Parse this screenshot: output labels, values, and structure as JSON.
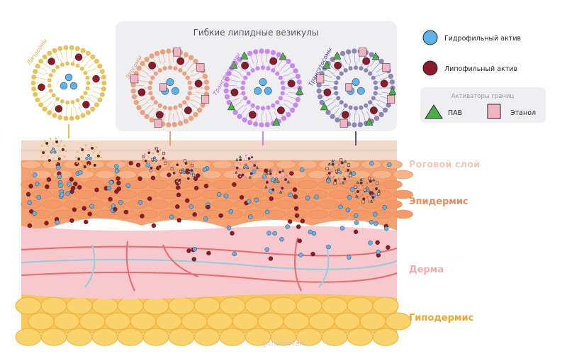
{
  "panel": {
    "title": "Гибкие липидные везикулы"
  },
  "vesicles": [
    {
      "id": "liposome",
      "label": "Липосомы",
      "color": "#e6c25a"
    },
    {
      "id": "ethosome",
      "label": "Этосомы",
      "color": "#e9a17f"
    },
    {
      "id": "transfersome",
      "label": "Трансферосомы",
      "color": "#c48af0"
    },
    {
      "id": "transethosome",
      "label": "Трансэтосомы",
      "color": "#8d86b5"
    }
  ],
  "legend": {
    "hydrophilic": "Гидрофильный актив",
    "lipophilic": "Липофильный актив",
    "activators_title": "Активаторы границ",
    "surfactant": "ПАВ",
    "ethanol": "Этанол"
  },
  "layers": {
    "stratum_corneum": "Роговой слой",
    "epidermis": "Эпидермис",
    "dermis": "Дерма",
    "hypodermis": "Гиподермис"
  },
  "colors": {
    "hydrophilic": "#5eb3ea",
    "lipophilic": "#8c1a2c",
    "surfactant": "#4caf46",
    "ethanol": "#f2b3c4",
    "stratum_corneum": "#f1d6c6",
    "epidermis": "#f2935f",
    "dermis": "#f6c4cc",
    "hypodermis": "#f5b83c"
  },
  "watermark": "@chemcream"
}
